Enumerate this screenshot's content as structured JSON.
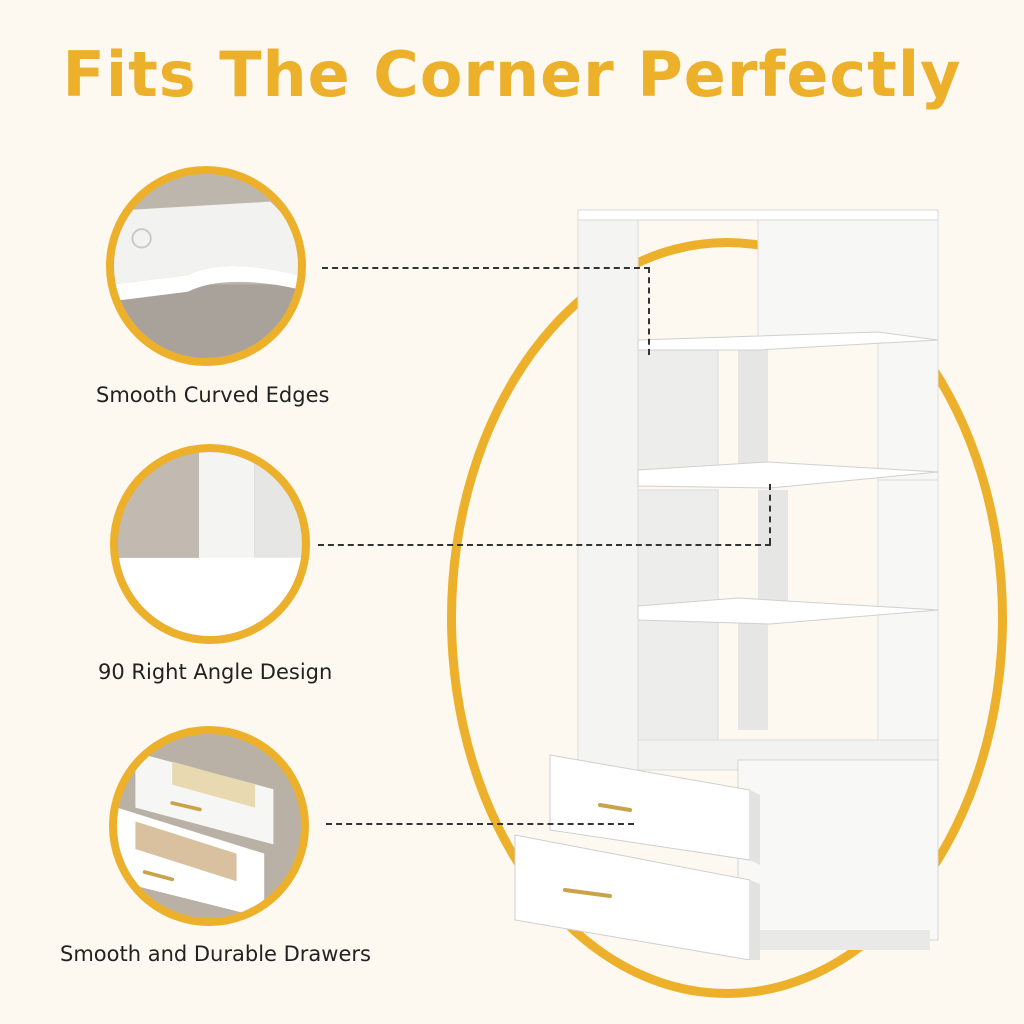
{
  "title": "Fits The Corner Perfectly",
  "features": [
    {
      "label": "Smooth Curved Edges",
      "icon": "curved-edge-detail"
    },
    {
      "label": "90 Right Angle Design",
      "icon": "right-angle-detail"
    },
    {
      "label": "Smooth and Durable Drawers",
      "icon": "drawers-detail"
    }
  ],
  "colors": {
    "accent": "#ecb02b",
    "background": "#fdf8f0",
    "furniture": "#ffffff",
    "handle": "#c9a24a"
  }
}
